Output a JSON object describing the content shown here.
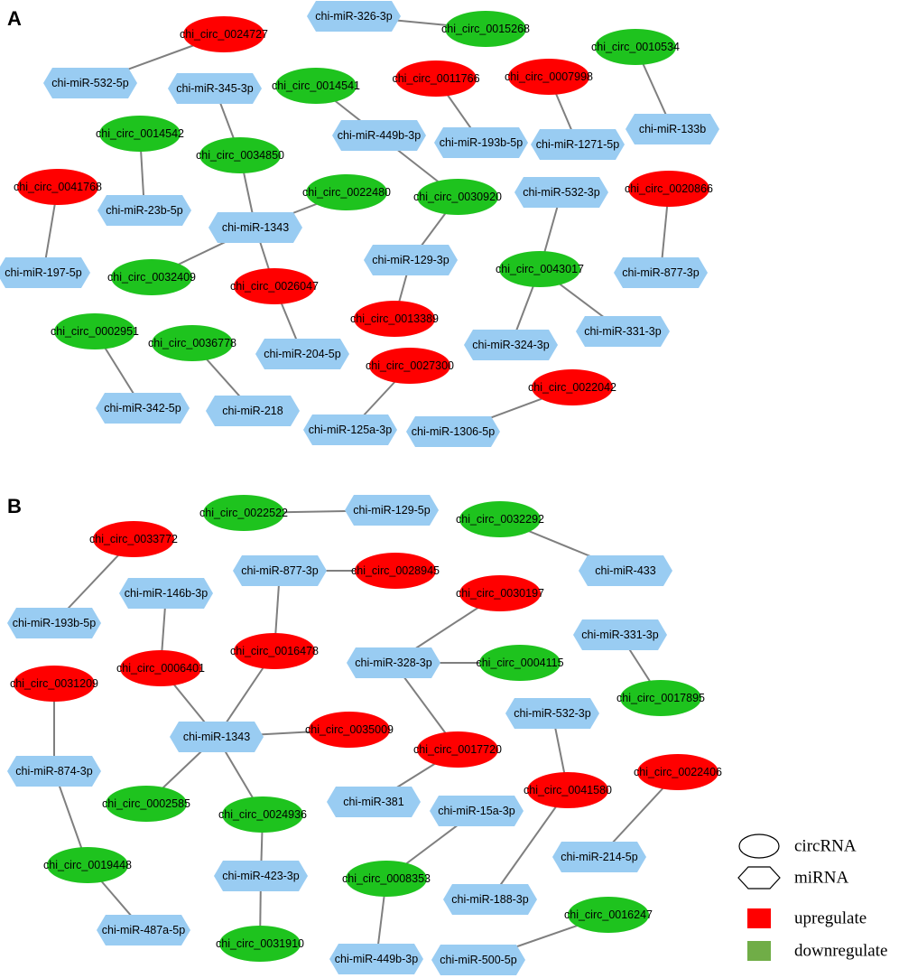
{
  "colors": {
    "up": "#ff0000",
    "down": "#1ec31e",
    "mirna": "#99ccf2",
    "edge": "#7f7f7f",
    "legend_down": "#70ad47"
  },
  "panels": [
    {
      "label": "A",
      "nodes": [
        {
          "id": "a1",
          "text": "chi_circ_0024727",
          "kind": "circ",
          "reg": "up"
        },
        {
          "id": "a2",
          "text": "chi-miR-532-5p",
          "kind": "mir"
        },
        {
          "id": "a3",
          "text": "chi-miR-326-3p",
          "kind": "mir"
        },
        {
          "id": "a4",
          "text": "chi_circ_0015268",
          "kind": "circ",
          "reg": "down"
        },
        {
          "id": "a5",
          "text": "chi_circ_0010534",
          "kind": "circ",
          "reg": "down"
        },
        {
          "id": "a6",
          "text": "chi-miR-133b",
          "kind": "mir"
        },
        {
          "id": "a7",
          "text": "chi-miR-345-3p",
          "kind": "mir"
        },
        {
          "id": "a8",
          "text": "chi_circ_0014541",
          "kind": "circ",
          "reg": "down"
        },
        {
          "id": "a9",
          "text": "chi_circ_0011766",
          "kind": "circ",
          "reg": "up"
        },
        {
          "id": "a10",
          "text": "chi_circ_0007998",
          "kind": "circ",
          "reg": "up"
        },
        {
          "id": "a11",
          "text": "chi-miR-449b-3p",
          "kind": "mir"
        },
        {
          "id": "a12",
          "text": "chi-miR-193b-5p",
          "kind": "mir"
        },
        {
          "id": "a13",
          "text": "chi-miR-1271-5p",
          "kind": "mir"
        },
        {
          "id": "a14",
          "text": "chi_circ_0014542",
          "kind": "circ",
          "reg": "down"
        },
        {
          "id": "a15",
          "text": "chi_circ_0034850",
          "kind": "circ",
          "reg": "down"
        },
        {
          "id": "a16",
          "text": "chi_circ_0041768",
          "kind": "circ",
          "reg": "up"
        },
        {
          "id": "a17",
          "text": "chi-miR-23b-5p",
          "kind": "mir"
        },
        {
          "id": "a18",
          "text": "chi_circ_0022480",
          "kind": "circ",
          "reg": "down"
        },
        {
          "id": "a19",
          "text": "chi_circ_0030920",
          "kind": "circ",
          "reg": "down"
        },
        {
          "id": "a20",
          "text": "chi-miR-532-3p",
          "kind": "mir"
        },
        {
          "id": "a21",
          "text": "chi_circ_0020866",
          "kind": "circ",
          "reg": "up"
        },
        {
          "id": "a22",
          "text": "chi-miR-1343",
          "kind": "mir"
        },
        {
          "id": "a23",
          "text": "chi-miR-129-3p",
          "kind": "mir"
        },
        {
          "id": "a24",
          "text": "chi-miR-197-5p",
          "kind": "mir"
        },
        {
          "id": "a25",
          "text": "chi_circ_0032409",
          "kind": "circ",
          "reg": "down"
        },
        {
          "id": "a26",
          "text": "chi_circ_0043017",
          "kind": "circ",
          "reg": "down"
        },
        {
          "id": "a27",
          "text": "chi-miR-877-3p",
          "kind": "mir"
        },
        {
          "id": "a28",
          "text": "chi_circ_0026047",
          "kind": "circ",
          "reg": "up"
        },
        {
          "id": "a29",
          "text": "chi_circ_0013389",
          "kind": "circ",
          "reg": "up"
        },
        {
          "id": "a30",
          "text": "chi_circ_0002951",
          "kind": "circ",
          "reg": "down"
        },
        {
          "id": "a31",
          "text": "chi_circ_0036778",
          "kind": "circ",
          "reg": "down"
        },
        {
          "id": "a32",
          "text": "chi-miR-324-3p",
          "kind": "mir"
        },
        {
          "id": "a33",
          "text": "chi-miR-331-3p",
          "kind": "mir"
        },
        {
          "id": "a34",
          "text": "chi-miR-204-5p",
          "kind": "mir"
        },
        {
          "id": "a35",
          "text": "chi_circ_0027300",
          "kind": "circ",
          "reg": "up"
        },
        {
          "id": "a36",
          "text": "chi_circ_0022042",
          "kind": "circ",
          "reg": "up"
        },
        {
          "id": "a37",
          "text": "chi-miR-342-5p",
          "kind": "mir"
        },
        {
          "id": "a38",
          "text": "chi-miR-218",
          "kind": "mir"
        },
        {
          "id": "a39",
          "text": "chi-miR-125a-3p",
          "kind": "mir"
        },
        {
          "id": "a40",
          "text": "chi-miR-1306-5p",
          "kind": "mir"
        }
      ],
      "edges": [
        [
          "a1",
          "a2"
        ],
        [
          "a3",
          "a4"
        ],
        [
          "a5",
          "a6"
        ],
        [
          "a7",
          "a15"
        ],
        [
          "a8",
          "a11"
        ],
        [
          "a11",
          "a19"
        ],
        [
          "a9",
          "a12"
        ],
        [
          "a10",
          "a13"
        ],
        [
          "a14",
          "a17"
        ],
        [
          "a15",
          "a22"
        ],
        [
          "a16",
          "a24"
        ],
        [
          "a22",
          "a18"
        ],
        [
          "a22",
          "a25"
        ],
        [
          "a22",
          "a28"
        ],
        [
          "a19",
          "a23"
        ],
        [
          "a23",
          "a29"
        ],
        [
          "a20",
          "a26"
        ],
        [
          "a21",
          "a27"
        ],
        [
          "a26",
          "a32"
        ],
        [
          "a26",
          "a33"
        ],
        [
          "a28",
          "a34"
        ],
        [
          "a30",
          "a37"
        ],
        [
          "a31",
          "a38"
        ],
        [
          "a35",
          "a39"
        ],
        [
          "a36",
          "a40"
        ]
      ]
    },
    {
      "label": "B",
      "nodes": [
        {
          "id": "b1",
          "text": "chi_circ_0022522",
          "kind": "circ",
          "reg": "down"
        },
        {
          "id": "b2",
          "text": "chi-miR-129-5p",
          "kind": "mir"
        },
        {
          "id": "b3",
          "text": "chi_circ_0032292",
          "kind": "circ",
          "reg": "down"
        },
        {
          "id": "b4",
          "text": "chi-miR-433",
          "kind": "mir"
        },
        {
          "id": "b5",
          "text": "chi_circ_0033772",
          "kind": "circ",
          "reg": "up"
        },
        {
          "id": "b6",
          "text": "chi-miR-193b-5p",
          "kind": "mir"
        },
        {
          "id": "b7",
          "text": "chi-miR-877-3p",
          "kind": "mir"
        },
        {
          "id": "b8",
          "text": "chi_circ_0028945",
          "kind": "circ",
          "reg": "up"
        },
        {
          "id": "b9",
          "text": "chi-miR-146b-3p",
          "kind": "mir"
        },
        {
          "id": "b10",
          "text": "chi_circ_0030197",
          "kind": "circ",
          "reg": "up"
        },
        {
          "id": "b11",
          "text": "chi-miR-331-3p",
          "kind": "mir"
        },
        {
          "id": "b12",
          "text": "chi_circ_0016478",
          "kind": "circ",
          "reg": "up"
        },
        {
          "id": "b13",
          "text": "chi_circ_0006401",
          "kind": "circ",
          "reg": "up"
        },
        {
          "id": "b14",
          "text": "chi-miR-328-3p",
          "kind": "mir"
        },
        {
          "id": "b15",
          "text": "chi_circ_0004115",
          "kind": "circ",
          "reg": "down"
        },
        {
          "id": "b16",
          "text": "chi_circ_0031209",
          "kind": "circ",
          "reg": "up"
        },
        {
          "id": "b17",
          "text": "chi_circ_0017895",
          "kind": "circ",
          "reg": "down"
        },
        {
          "id": "b18",
          "text": "chi-miR-532-3p",
          "kind": "mir"
        },
        {
          "id": "b19",
          "text": "chi-miR-1343",
          "kind": "mir"
        },
        {
          "id": "b20",
          "text": "chi_circ_0035009",
          "kind": "circ",
          "reg": "up"
        },
        {
          "id": "b21",
          "text": "chi_circ_0017720",
          "kind": "circ",
          "reg": "up"
        },
        {
          "id": "b22",
          "text": "chi-miR-874-3p",
          "kind": "mir"
        },
        {
          "id": "b23",
          "text": "chi_circ_0022406",
          "kind": "circ",
          "reg": "up"
        },
        {
          "id": "b24",
          "text": "chi_circ_0041580",
          "kind": "circ",
          "reg": "up"
        },
        {
          "id": "b25",
          "text": "chi-miR-381",
          "kind": "mir"
        },
        {
          "id": "b26",
          "text": "chi_circ_0002585",
          "kind": "circ",
          "reg": "down"
        },
        {
          "id": "b27",
          "text": "chi-miR-15a-3p",
          "kind": "mir"
        },
        {
          "id": "b28",
          "text": "chi_circ_0024936",
          "kind": "circ",
          "reg": "down"
        },
        {
          "id": "b29",
          "text": "chi-miR-214-5p",
          "kind": "mir"
        },
        {
          "id": "b30",
          "text": "chi_circ_0019448",
          "kind": "circ",
          "reg": "down"
        },
        {
          "id": "b31",
          "text": "chi-miR-423-3p",
          "kind": "mir"
        },
        {
          "id": "b32",
          "text": "chi_circ_0008353",
          "kind": "circ",
          "reg": "down"
        },
        {
          "id": "b33",
          "text": "chi-miR-188-3p",
          "kind": "mir"
        },
        {
          "id": "b34",
          "text": "chi_circ_0016247",
          "kind": "circ",
          "reg": "down"
        },
        {
          "id": "b35",
          "text": "chi-miR-487a-5p",
          "kind": "mir"
        },
        {
          "id": "b36",
          "text": "chi_circ_0031910",
          "kind": "circ",
          "reg": "down"
        },
        {
          "id": "b37",
          "text": "chi-miR-449b-3p",
          "kind": "mir"
        },
        {
          "id": "b38",
          "text": "chi-miR-500-5p",
          "kind": "mir"
        }
      ],
      "edges": [
        [
          "b1",
          "b2"
        ],
        [
          "b3",
          "b4"
        ],
        [
          "b5",
          "b6"
        ],
        [
          "b7",
          "b8"
        ],
        [
          "b7",
          "b12"
        ],
        [
          "b9",
          "b13"
        ],
        [
          "b10",
          "b14"
        ],
        [
          "b14",
          "b15"
        ],
        [
          "b14",
          "b21"
        ],
        [
          "b11",
          "b17"
        ],
        [
          "b12",
          "b19"
        ],
        [
          "b13",
          "b19"
        ],
        [
          "b19",
          "b20"
        ],
        [
          "b19",
          "b26"
        ],
        [
          "b19",
          "b28"
        ],
        [
          "b16",
          "b22"
        ],
        [
          "b22",
          "b30"
        ],
        [
          "b30",
          "b35"
        ],
        [
          "b28",
          "b31"
        ],
        [
          "b31",
          "b36"
        ],
        [
          "b21",
          "b25"
        ],
        [
          "b18",
          "b24"
        ],
        [
          "b24",
          "b33"
        ],
        [
          "b23",
          "b29"
        ],
        [
          "b27",
          "b32"
        ],
        [
          "b32",
          "b37"
        ],
        [
          "b34",
          "b38"
        ]
      ]
    }
  ],
  "legend": {
    "items": [
      {
        "label": "circRNA",
        "symbol": "ellipse"
      },
      {
        "label": "miRNA",
        "symbol": "hexagon"
      },
      {
        "label": "upregulate",
        "symbol": "square-up"
      },
      {
        "label": "downregulate",
        "symbol": "square-down"
      }
    ]
  }
}
